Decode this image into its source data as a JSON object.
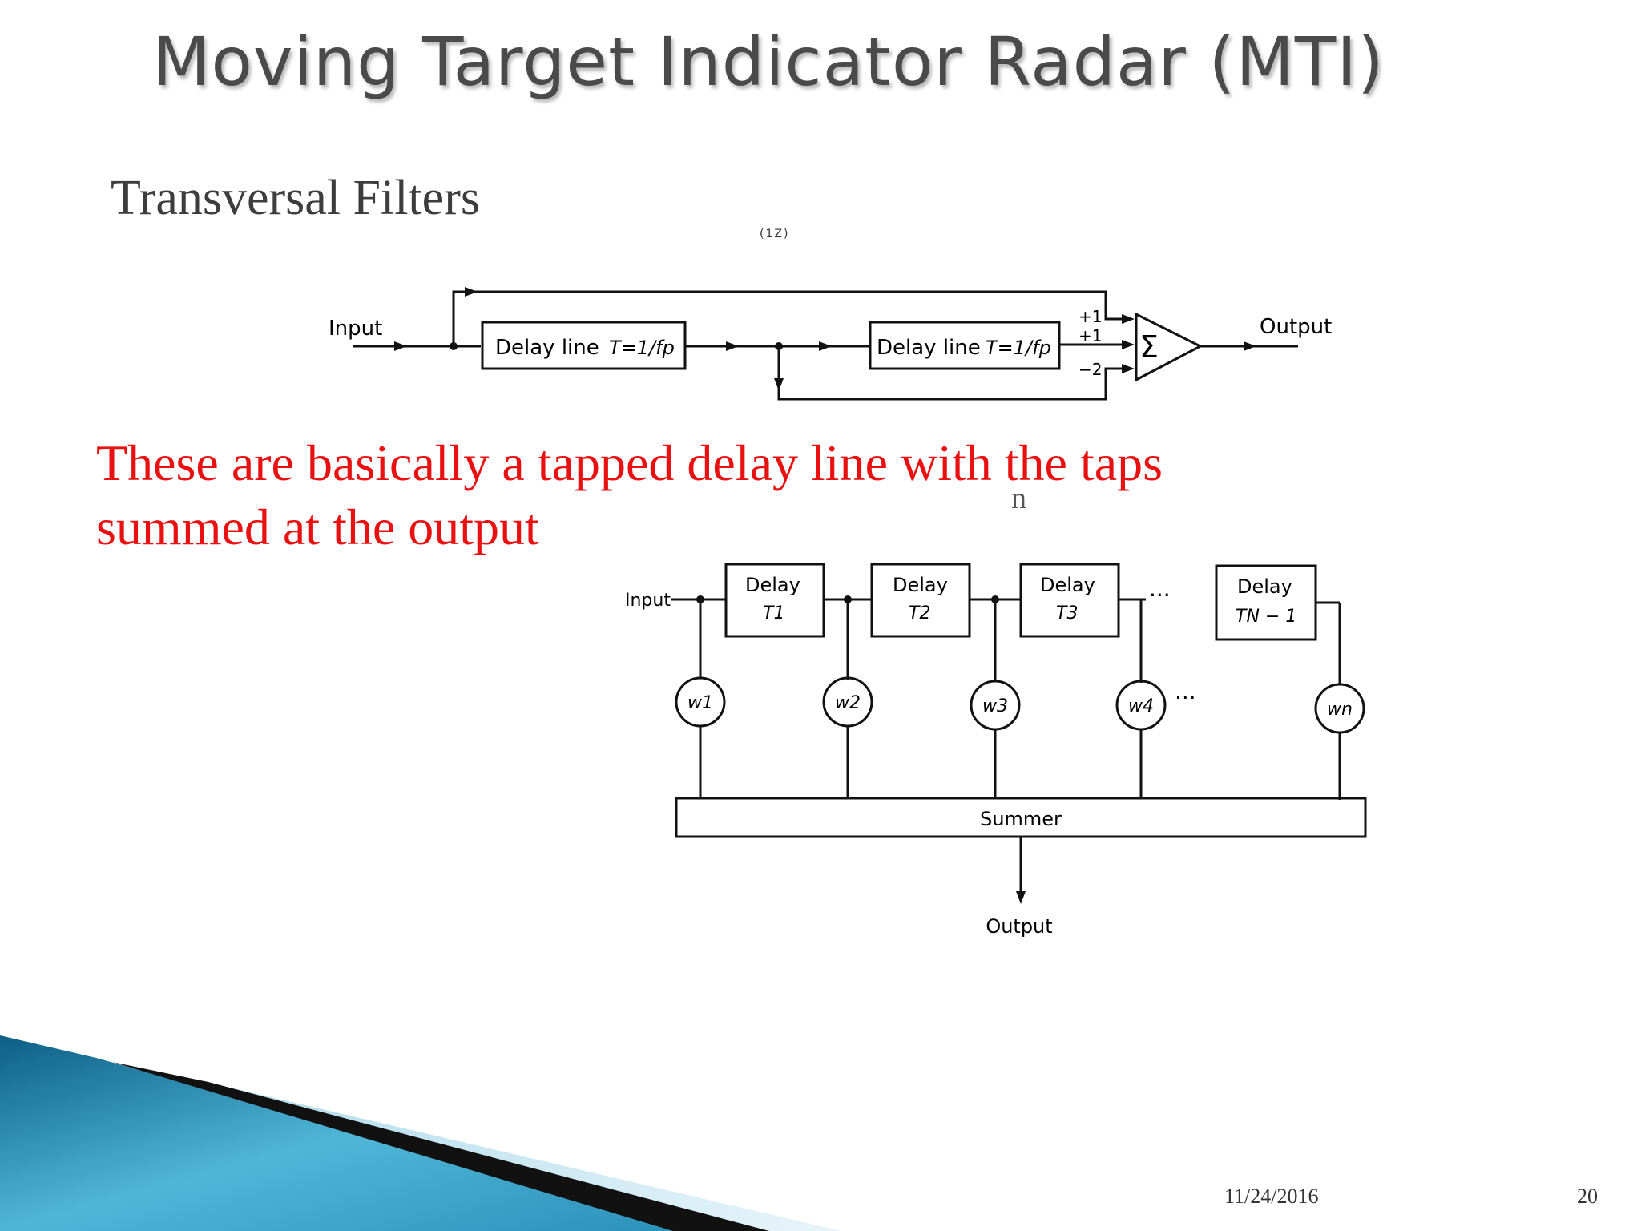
{
  "slide": {
    "title": "Moving Target Indicator Radar (MTI)",
    "subtitle": "Transversal Filters",
    "stray_mark": "(1Z)",
    "description": "These are basically a tapped delay line with the taps summed at the output",
    "stray_letter": "n",
    "footer_date": "11/24/2016",
    "page_number": "20"
  },
  "diagram1": {
    "input_label": "Input",
    "output_label": "Output",
    "delay1_label": "Delay line",
    "delay2_label": "Delay line",
    "delay_formula": "T=1/fp",
    "coeffs": [
      "+1",
      "+1",
      "−2"
    ],
    "summer_symbol": "Σ"
  },
  "diagram2": {
    "input_label": "Input",
    "output_label": "Output",
    "summer_label": "Summer",
    "delay_word": "Delay",
    "delays": [
      "T1",
      "T2",
      "T3",
      "TN − 1"
    ],
    "weights": [
      "w1",
      "w2",
      "w3",
      "w4",
      "wn"
    ],
    "ellipsis": "···"
  },
  "colors": {
    "title": "#4a4a4a",
    "highlight": "#e81010",
    "diagram_line": "#111111",
    "corner_accent": "#1a6f99"
  }
}
